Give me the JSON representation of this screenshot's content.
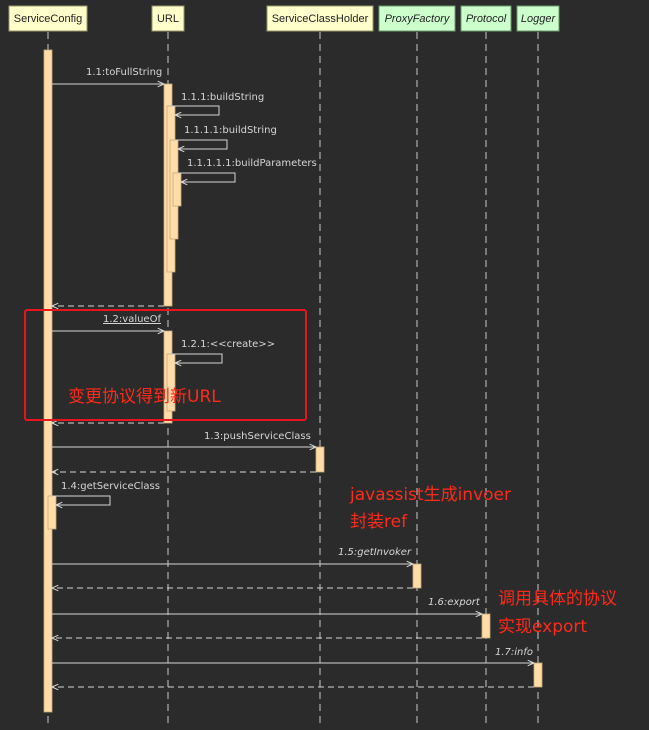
{
  "participants": [
    {
      "id": "p0",
      "label": "ServiceConfig",
      "italic": false,
      "fill": "#ffffcc"
    },
    {
      "id": "p1",
      "label": "URL",
      "italic": false,
      "fill": "#ffffcc"
    },
    {
      "id": "p2",
      "label": "ServiceClassHolder",
      "italic": false,
      "fill": "#ffffcc"
    },
    {
      "id": "p3",
      "label": "ProxyFactory",
      "italic": true,
      "fill": "#ccffcc"
    },
    {
      "id": "p4",
      "label": "Protocol",
      "italic": true,
      "fill": "#ccffcc"
    },
    {
      "id": "p5",
      "label": "Logger",
      "italic": true,
      "fill": "#ccffcc"
    }
  ],
  "messages": [
    {
      "label": "1.1:toFullString",
      "italic": false
    },
    {
      "label": "1.1.1:buildString",
      "italic": false
    },
    {
      "label": "1.1.1.1:buildString",
      "italic": false
    },
    {
      "label": "1.1.1.1.1:buildParameters",
      "italic": false
    },
    {
      "label": "1.2:valueOf",
      "italic": false
    },
    {
      "label": "1.2.1:<<create>>",
      "italic": false
    },
    {
      "label": "1.3:pushServiceClass",
      "italic": false
    },
    {
      "label": "1.4:getServiceClass",
      "italic": false
    },
    {
      "label": "1.5:getInvoker",
      "italic": true
    },
    {
      "label": "1.6:export",
      "italic": true
    },
    {
      "label": "1.7:info",
      "italic": true
    }
  ],
  "annotations": [
    {
      "lines": [
        "变更协议得到新URL"
      ]
    },
    {
      "lines": [
        "javassist生成invoer",
        "封装ref"
      ]
    },
    {
      "lines": [
        "调用具体的协议",
        "实现export"
      ]
    }
  ],
  "colors": {
    "background": "#2b2b2b",
    "lifeline": "#c8c8c8",
    "activation": "#ffdca8",
    "arrow": "#d6d6d6",
    "highlight": "#e8141e",
    "note": "#ff2a1a"
  }
}
